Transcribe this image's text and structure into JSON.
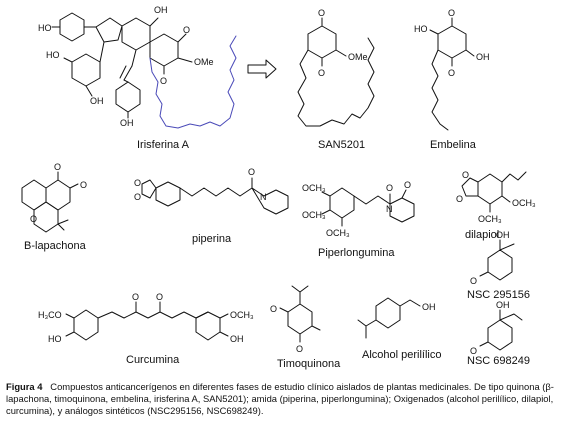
{
  "labels": {
    "irisferina": "Irisferina A",
    "san5201": "SAN5201",
    "embelina": "Embelina",
    "blapachona": "B-lapachona",
    "piperina": "piperina",
    "piperlongumina": "Piperlongumina",
    "dilapiol": "dilapiol",
    "nsc295156": "NSC 295156",
    "nsc698249": "NSC 698249",
    "curcumina": "Curcumina",
    "timoquinona": "Timoquinona",
    "alcohol": "Alcohol perilílico"
  },
  "atoms": {
    "ho": "HO",
    "oh": "OH",
    "o": "O",
    "n": "N",
    "ome": "OMe",
    "och3": "OCH₃",
    "h3co": "H₃CO"
  },
  "caption": {
    "label": "Figura 4",
    "text": "Compuestos anticancerígenos en diferentes fases de estudio clínico aislados de plantas medicinales. De tipo quinona (β-lapachona, timoquinona, embelina, irisferina A, SAN5201); amida (piperina, piperlongumina); Oxigenados (alcohol perilílico, dilapiol, curcumina), y análogos sintéticos (NSC295156, NSC698249)."
  },
  "colors": {
    "ink": "#111111",
    "highlight": "#4a4ab8"
  }
}
